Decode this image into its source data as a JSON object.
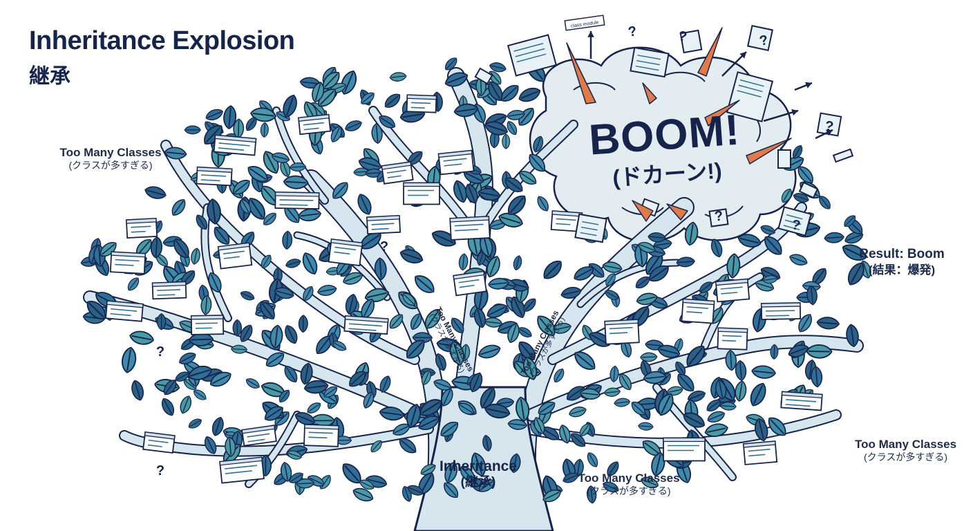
{
  "title": {
    "main": "Inheritance Explosion",
    "sub": "継承"
  },
  "labels": {
    "left_top": {
      "en": "Too Many Classes",
      "ja": "(クラスが多すぎる)"
    },
    "right_result": {
      "en": "Result: Boom",
      "ja": "(結果：爆発)"
    },
    "right_bottom": {
      "en": "Too Many Classes",
      "ja": "(クラスが多すぎる)"
    },
    "bottom_center": {
      "en": "Too Many Classes",
      "ja": "(クラスが多すぎる)"
    },
    "branch_left": {
      "en": "Too Many Classes",
      "ja": "(クラスが多すぎる)"
    },
    "branch_right": {
      "en": "Too Many Classes",
      "ja": "(クラスが多すぎる)"
    }
  },
  "trunk": {
    "en": "Inheritance",
    "ja": "(継承)"
  },
  "boom": {
    "en": "BOOM!",
    "ja": "(ドカーン!)"
  },
  "debris_tag": "class module",
  "question_mark": "?",
  "colors": {
    "ink": "#16234a",
    "leaf_dark": "#2f6f96",
    "leaf_mid": "#3e8aa8",
    "leaf_teal": "#4a9aa6",
    "branch_fill": "#d6e6ee",
    "cloud_fill": "#e3edf1",
    "accent_orange": "#e07a4a"
  }
}
